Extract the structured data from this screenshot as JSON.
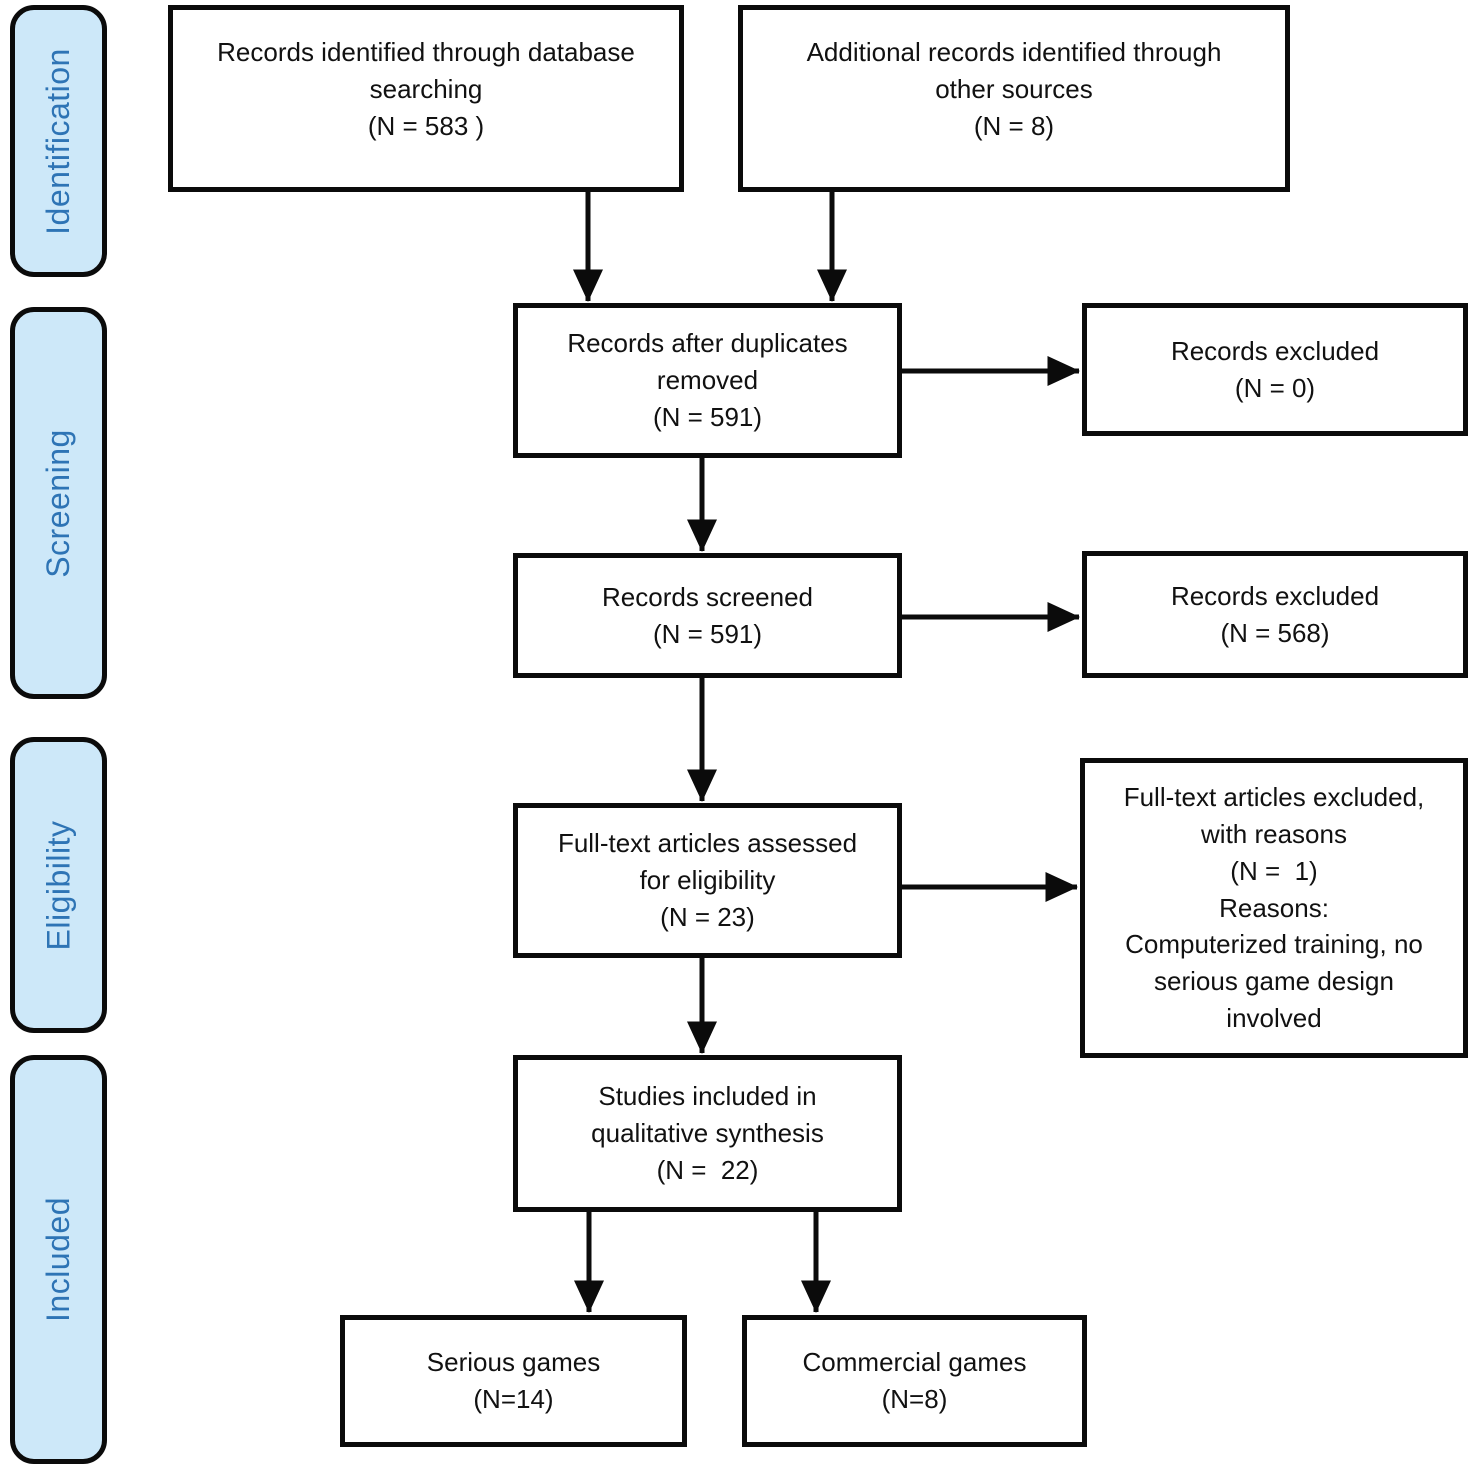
{
  "colors": {
    "background": "#FFFFFF",
    "stage_fill": "#CDE8F9",
    "stage_text": "#2E74B5",
    "line": "#0B0B0B"
  },
  "stages": [
    {
      "label": "Identification"
    },
    {
      "label": "Screening"
    },
    {
      "label": "Eligibility"
    },
    {
      "label": "Included"
    }
  ],
  "boxes": {
    "identified": "Records identified through database\nsearching\n(N = 583 )",
    "additional": "Additional records identified through\nother sources\n(N = 8)",
    "after_duplicates": "Records after duplicates\nremoved\n(N = 591)",
    "records_excluded_1": "Records excluded\n(N = 0)",
    "screened": "Records screened\n(N = 591)",
    "records_excluded_2": "Records excluded\n(N = 568)",
    "fulltext_assessed": "Full-text articles assessed\nfor eligibility\n(N = 23)",
    "fulltext_excluded": "Full-text articles excluded,\nwith reasons\n(N =  1)\nReasons:\nComputerized training, no\nserious game design\ninvolved",
    "qualitative": "Studies included in\nqualitative synthesis\n(N =  22)",
    "serious": "Serious games\n(N=14)",
    "commercial": "Commercial games\n(N=8)"
  }
}
